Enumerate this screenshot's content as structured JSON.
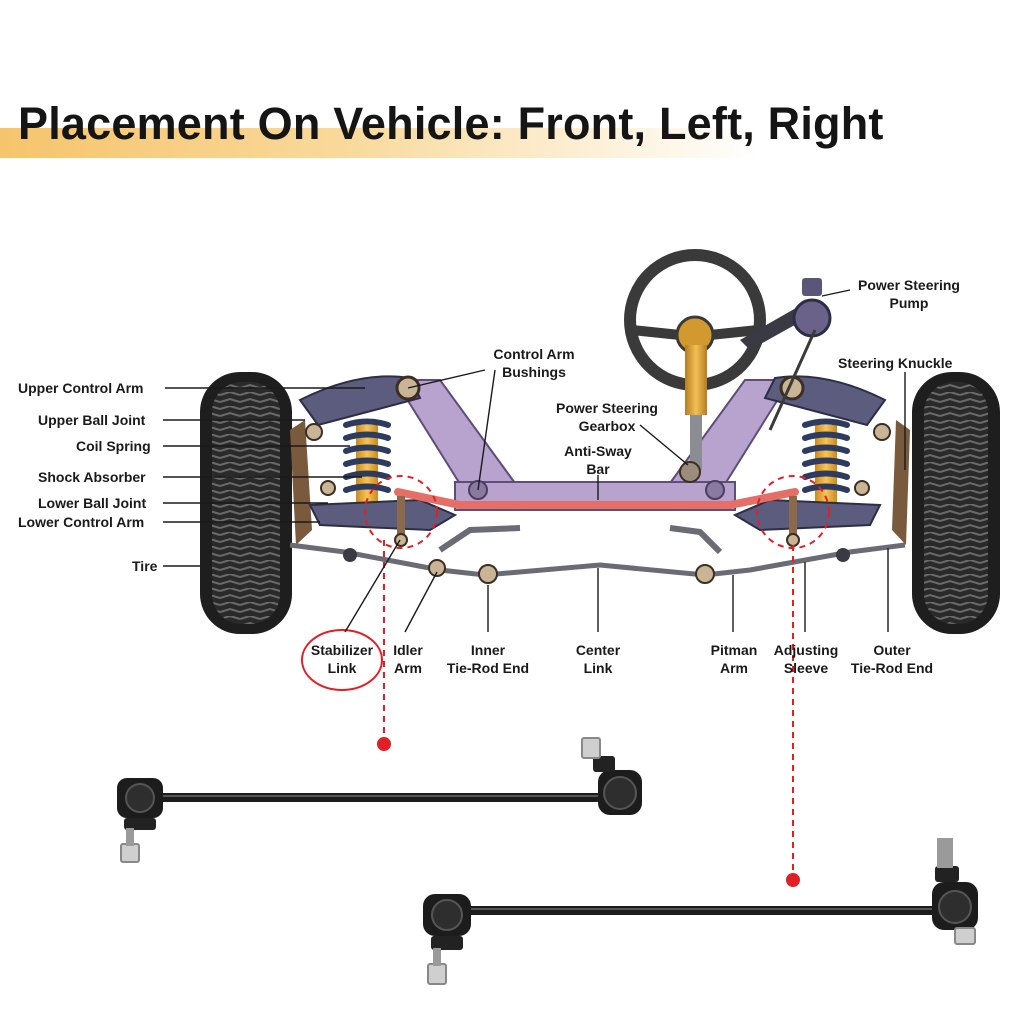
{
  "title": "Placement On Vehicle: Front, Left, Right",
  "labels": {
    "upper_control_arm": "Upper Control Arm",
    "upper_ball_joint": "Upper Ball Joint",
    "coil_spring": "Coil Spring",
    "shock_absorber": "Shock Absorber",
    "lower_ball_joint": "Lower Ball Joint",
    "lower_control_arm": "Lower Control Arm",
    "tire": "Tire",
    "control_arm_bushings_1": "Control Arm",
    "control_arm_bushings_2": "Bushings",
    "power_steering_gearbox_1": "Power Steering",
    "power_steering_gearbox_2": "Gearbox",
    "anti_sway_bar_1": "Anti-Sway",
    "anti_sway_bar_2": "Bar",
    "power_steering_pump_1": "Power Steering",
    "power_steering_pump_2": "Pump",
    "steering_knuckle": "Steering Knuckle",
    "stabilizer_link_1": "Stabilizer",
    "stabilizer_link_2": "Link",
    "idler_arm_1": "Idler",
    "idler_arm_2": "Arm",
    "inner_tie_rod_1": "Inner",
    "inner_tie_rod_2": "Tie-Rod End",
    "center_link_1": "Center",
    "center_link_2": "Link",
    "pitman_arm_1": "Pitman",
    "pitman_arm_2": "Arm",
    "adjusting_sleeve_1": "Adjusting",
    "adjusting_sleeve_2": "Sleeve",
    "outer_tie_rod_1": "Outer",
    "outer_tie_rod_2": "Tie-Rod End"
  },
  "colors": {
    "frame": "#b7a3cd",
    "frame_dark": "#6e5d8a",
    "arm": "#5c5d7e",
    "tire": "#232323",
    "spring": "#2d3b5e",
    "shock": "#f1b43c",
    "sway_bar": "#e56e66",
    "highlight": "#e12026",
    "title_band": "#f6c46c",
    "link_metal": "#1c1c1c"
  }
}
